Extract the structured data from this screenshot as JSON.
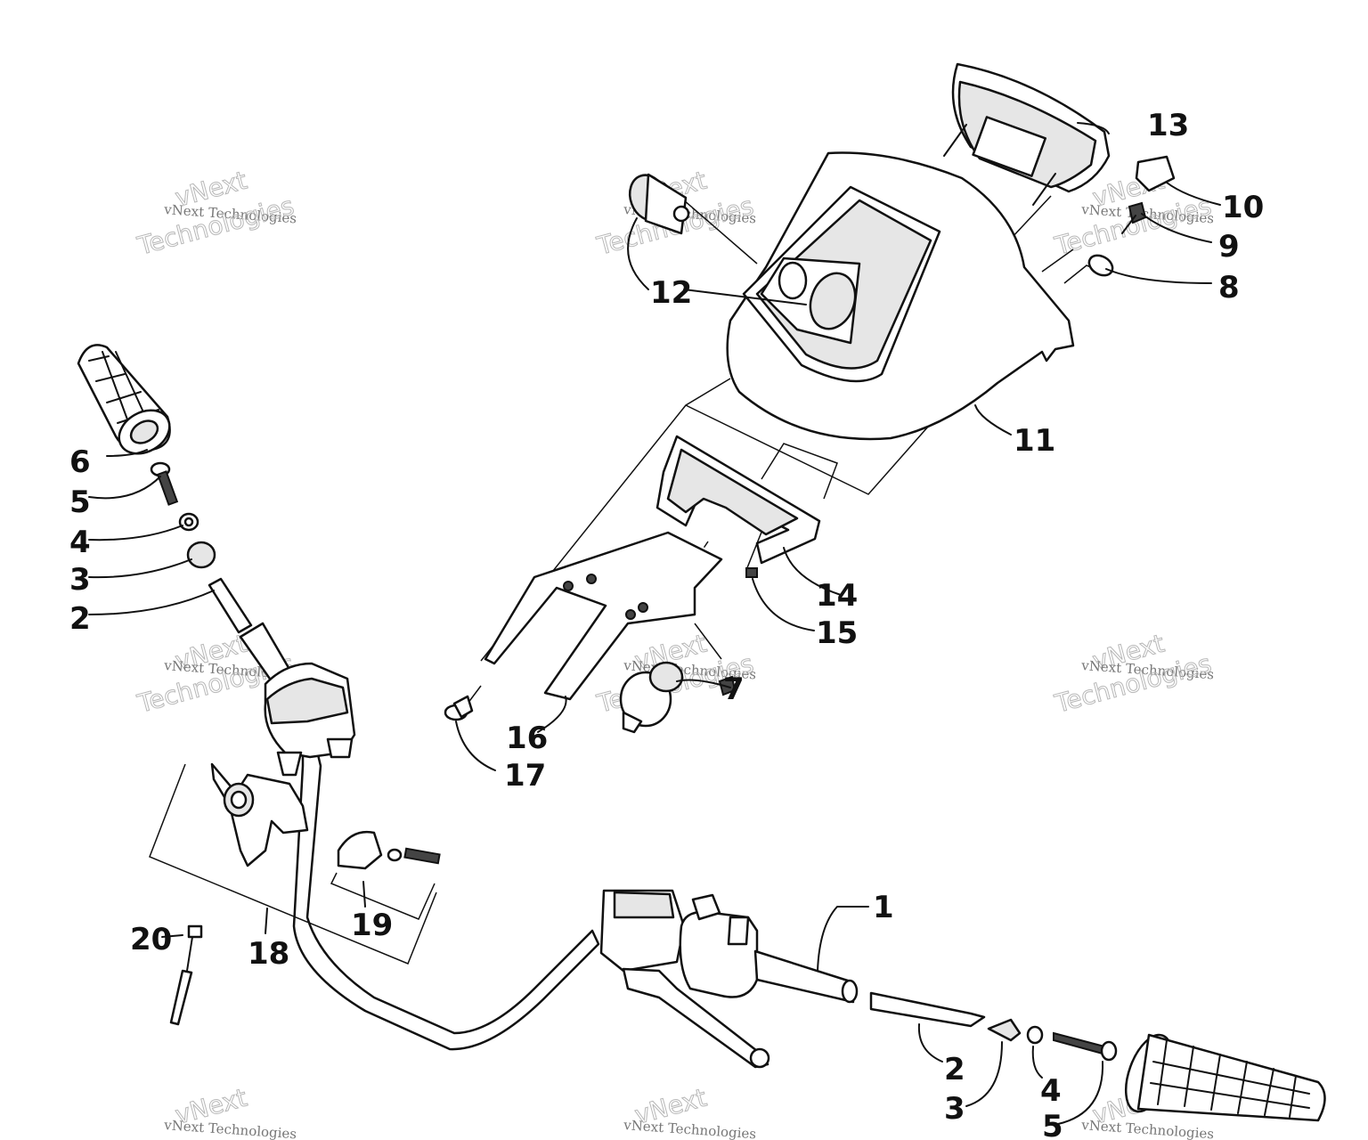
{
  "callouts": [
    {
      "id": "1",
      "label": "1"
    },
    {
      "id": "2-left",
      "label": "2"
    },
    {
      "id": "3-left",
      "label": "3"
    },
    {
      "id": "4-left",
      "label": "4"
    },
    {
      "id": "5-left",
      "label": "5"
    },
    {
      "id": "6",
      "label": "6"
    },
    {
      "id": "7",
      "label": "7"
    },
    {
      "id": "8",
      "label": "8"
    },
    {
      "id": "9",
      "label": "9"
    },
    {
      "id": "10",
      "label": "10"
    },
    {
      "id": "11",
      "label": "11"
    },
    {
      "id": "12",
      "label": "12"
    },
    {
      "id": "13",
      "label": "13"
    },
    {
      "id": "14",
      "label": "14"
    },
    {
      "id": "15",
      "label": "15"
    },
    {
      "id": "16",
      "label": "16"
    },
    {
      "id": "17",
      "label": "17"
    },
    {
      "id": "18",
      "label": "18"
    },
    {
      "id": "19",
      "label": "19"
    },
    {
      "id": "20",
      "label": "20"
    },
    {
      "id": "2-right",
      "label": "2"
    },
    {
      "id": "3-right",
      "label": "3"
    },
    {
      "id": "4-right",
      "label": "4"
    },
    {
      "id": "5-right",
      "label": "5"
    }
  ],
  "watermark": {
    "line1": "vNext Technologies",
    "line2": "Technologies",
    "line3": "vNext"
  }
}
